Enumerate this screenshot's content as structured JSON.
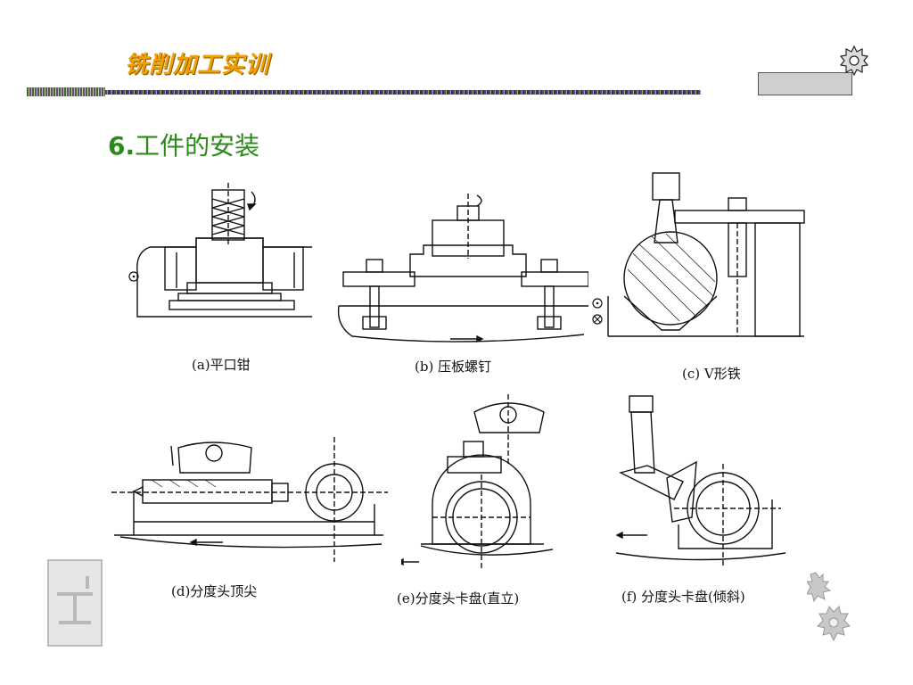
{
  "header": {
    "title": "铣削加工实训"
  },
  "section": {
    "number": "6.",
    "title": "工件的安装"
  },
  "figures": [
    {
      "caption": "(a)平口钳"
    },
    {
      "caption": "(b) 压板螺钉"
    },
    {
      "caption": "(c) V形铁"
    },
    {
      "caption": "(d)分度头顶尖"
    },
    {
      "caption": "(e)分度头卡盘(直立)"
    },
    {
      "caption": "(f) 分度头卡盘(倾斜)"
    }
  ]
}
